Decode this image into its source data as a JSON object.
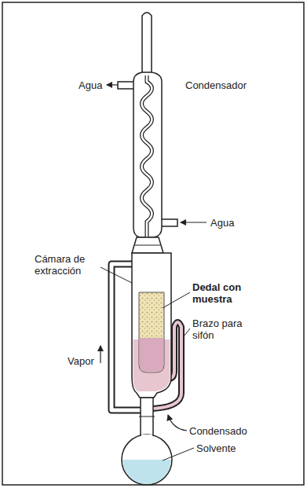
{
  "diagram": {
    "labels": [
      "Agua",
      "Condensador",
      "Agua",
      "Cámara de extracción",
      "Dedal con muestra",
      "Brazo para sifón",
      "Vapor",
      "Condensado",
      "Solvente"
    ]
  }
}
